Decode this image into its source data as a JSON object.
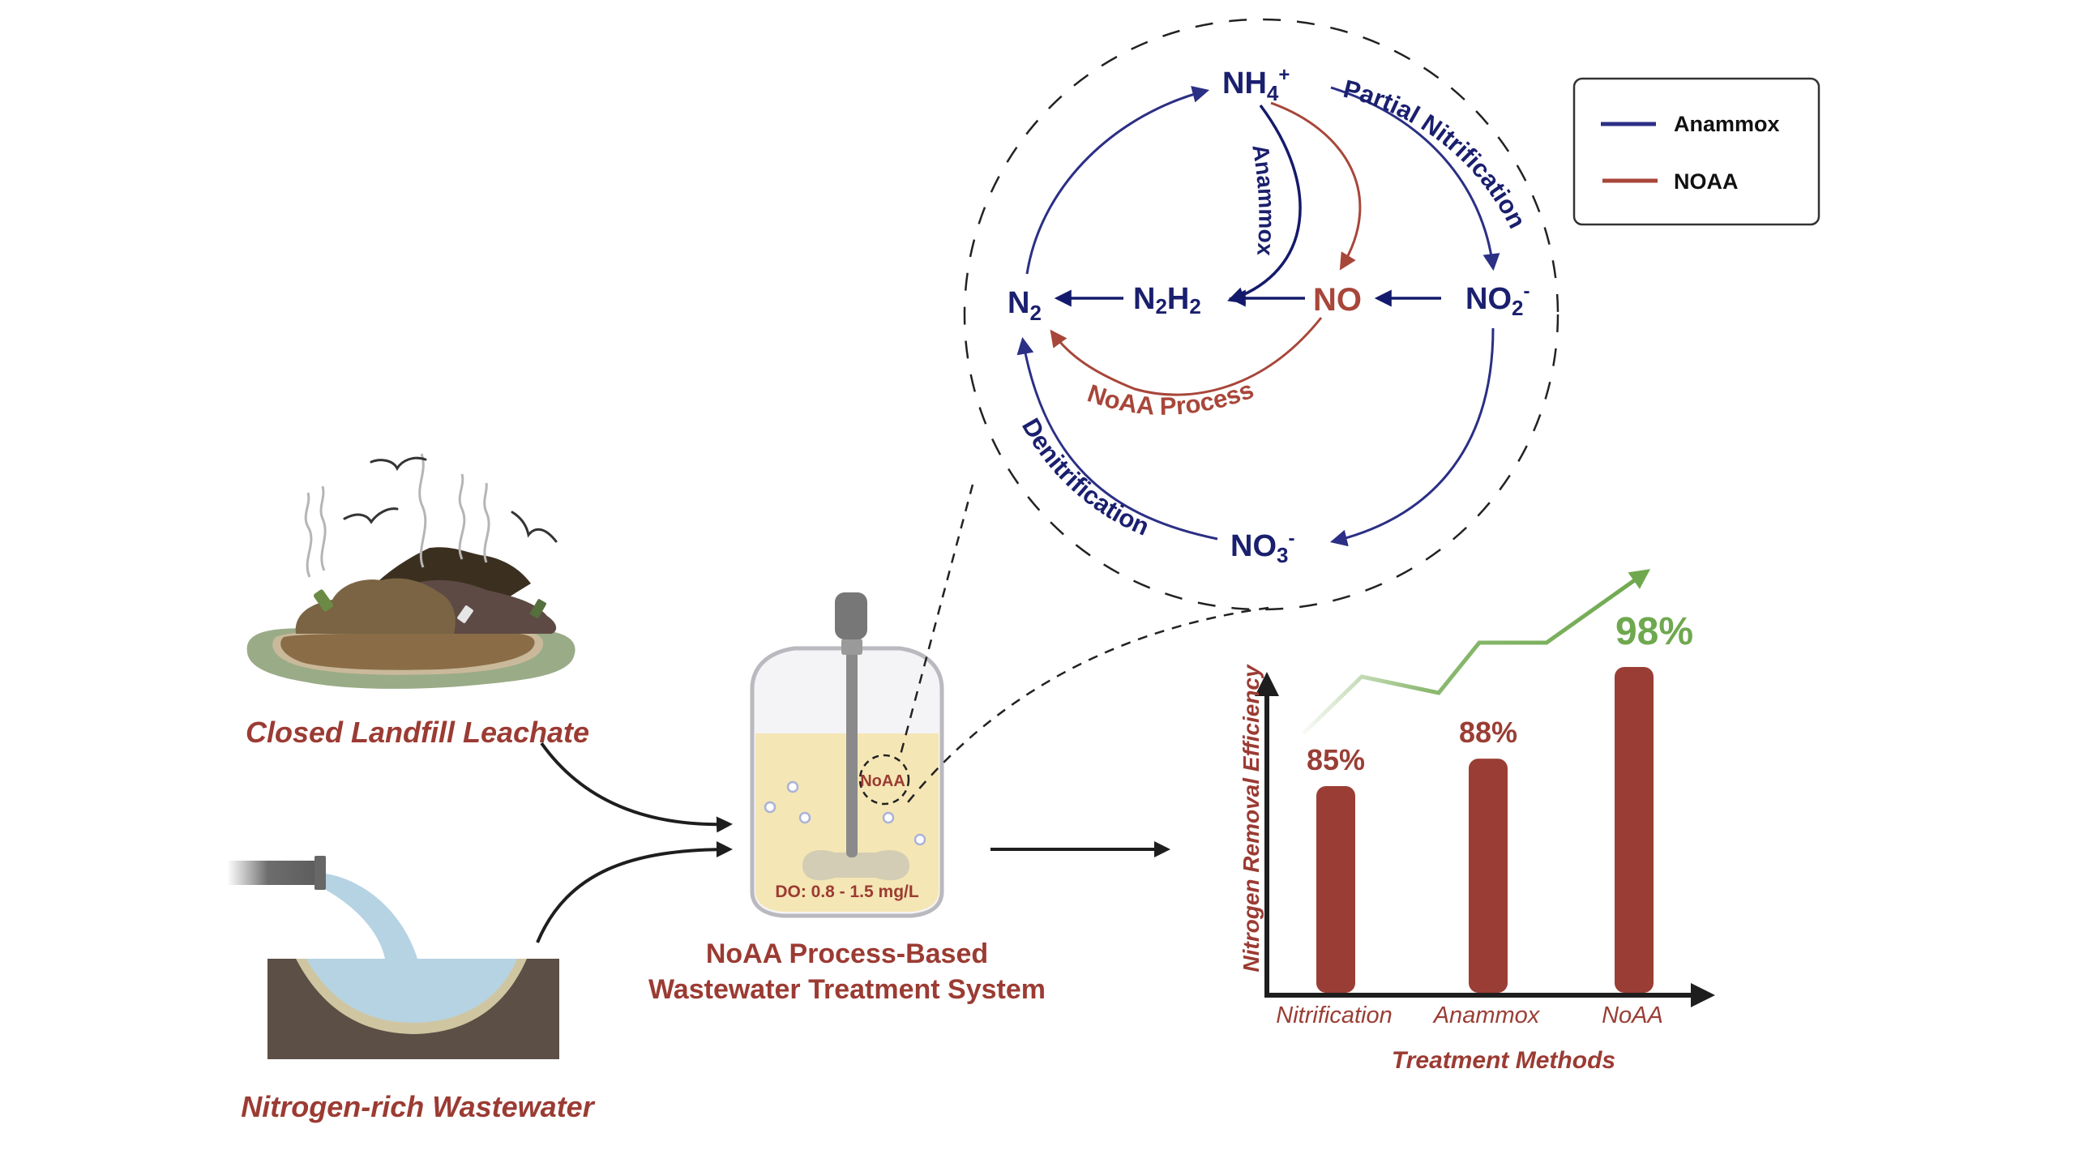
{
  "sources": {
    "landfill_label": "Closed Landfill Leachate",
    "wastewater_label": "Nitrogen-rich Wastewater"
  },
  "reactor": {
    "title_line1": "NoAA Process-Based",
    "title_line2": "Wastewater Treatment System",
    "inner_label": "NoAA",
    "do_label": "DO: 0.8 - 1.5 mg/L"
  },
  "cycle": {
    "species": {
      "nh4": {
        "base": "NH",
        "sub": "4",
        "sup": "+"
      },
      "no2": {
        "base": "NO",
        "sub": "2",
        "sup": "-"
      },
      "no3": {
        "base": "NO",
        "sub": "3",
        "sup": "-"
      },
      "no": {
        "base": "NO"
      },
      "n2h2": {
        "a": "N",
        "sub1": "2",
        "b": "H",
        "sub2": "2"
      },
      "n2": {
        "base": "N",
        "sub": "2"
      }
    },
    "pathway_labels": {
      "partial_nitrification": "Partial Nitrification",
      "anammox": "Anammox",
      "noaa_process": "NoAA Process",
      "denitrification": "Denitrification"
    }
  },
  "legend": {
    "items": [
      {
        "label": "Anammox",
        "color": "#2b2f85"
      },
      {
        "label": "NOAA",
        "color": "#a8463a"
      }
    ]
  },
  "colors": {
    "anammox_blue": "#1a1f6e",
    "noaa_red": "#a8463a",
    "bar_red": "#9a3e35",
    "trend_green": "#6fa84e"
  },
  "chart_data": {
    "type": "bar",
    "title": "",
    "xlabel": "Treatment Methods",
    "ylabel": "Nitrogen Removal Efficiency",
    "categories": [
      "Nitrification",
      "Anammox",
      "NoAA"
    ],
    "values": [
      85,
      88,
      98
    ],
    "value_labels": [
      "85%",
      "88%",
      "98%"
    ],
    "highlight_index": 2,
    "ylim": [
      80,
      100
    ],
    "grid": false,
    "trend_arrow": "increasing"
  }
}
